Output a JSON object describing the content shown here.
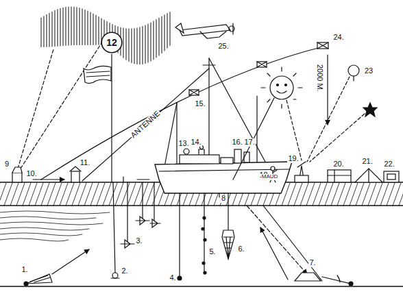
{
  "diagram": {
    "nodes": [
      {
        "text": [
          "12"
        ]
      }
    ],
    "labels": [
      "1.",
      "2.",
      "3.",
      "4.",
      "5.",
      "6.",
      "7.",
      "8",
      "9",
      "10.",
      "11.",
      "13.",
      "14.",
      "15.",
      "16.",
      "17.",
      "18.",
      "19.",
      "20.",
      "21.",
      "22.",
      "23",
      "24.",
      "25.",
      "ANTENNE",
      "2000 M.",
      "MAUD"
    ]
  }
}
